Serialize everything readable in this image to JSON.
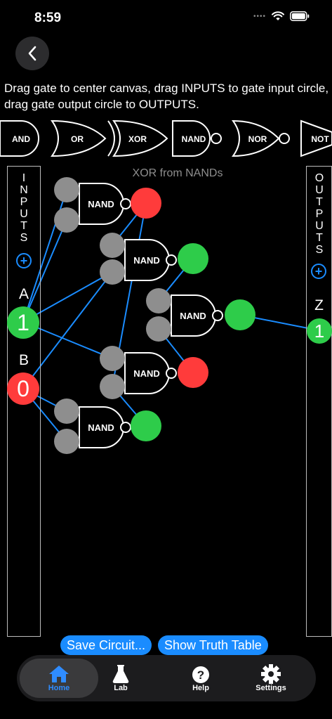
{
  "status_bar": {
    "time": "8:59"
  },
  "instructions": "Drag gate to center canvas, drag INPUTS to gate input circle, drag gate output circle to OUTPUTS.",
  "gate_palette": [
    "AND",
    "OR",
    "XOR",
    "NAND",
    "NOR",
    "NOT"
  ],
  "circuit": {
    "title": "XOR from NANDs",
    "gate_label": "NAND",
    "colors": {
      "node_idle": "#8e8e8e",
      "high": "#2ecc4a",
      "low": "#ff3b3b",
      "wire": "#1a8cff"
    }
  },
  "inputs_panel": {
    "label": "INPUTS",
    "items": [
      {
        "name": "A",
        "value": "1",
        "state": "high"
      },
      {
        "name": "B",
        "value": "0",
        "state": "low"
      }
    ]
  },
  "outputs_panel": {
    "label": "OUTPUTS",
    "items": [
      {
        "name": "Z",
        "value": "1",
        "state": "high"
      }
    ]
  },
  "actions": {
    "save_label": "Save Circuit...",
    "truth_table_label": "Show Truth Table"
  },
  "tab_bar": [
    {
      "label": "Home",
      "icon": "house-icon",
      "active": true
    },
    {
      "label": "Lab",
      "icon": "flask-icon",
      "active": false
    },
    {
      "label": "Help",
      "icon": "question-circle-icon",
      "active": false
    },
    {
      "label": "Settings",
      "icon": "gear-icon",
      "active": false
    }
  ]
}
